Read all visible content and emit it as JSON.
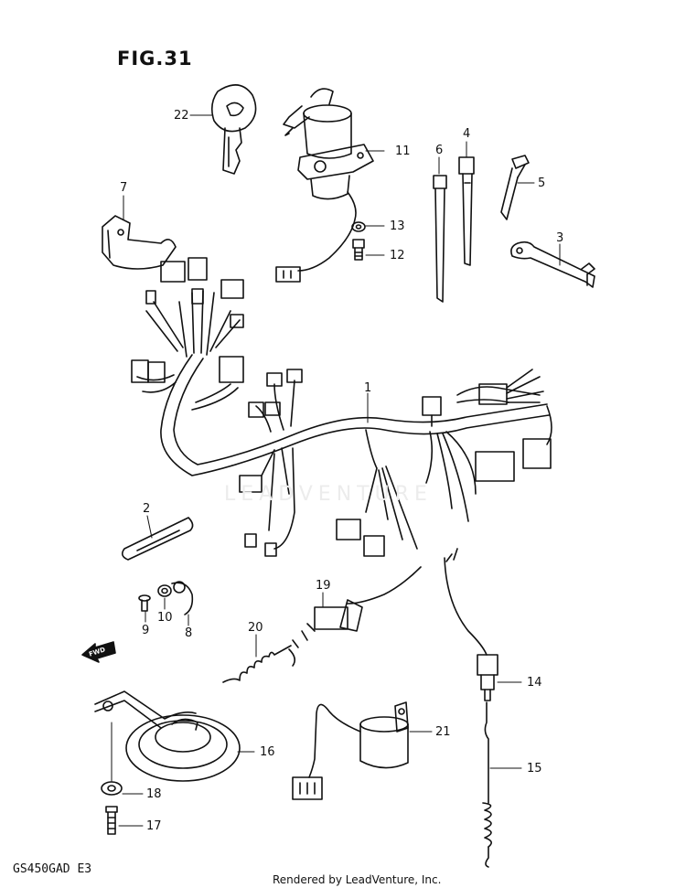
{
  "figure": {
    "title": "FIG.31",
    "model_code": "GS450GAD E3",
    "credit": "Rendered by LeadVenture, Inc.",
    "direction_arrow": "FWD",
    "watermark": "LEADVENTURE"
  },
  "callouts": [
    "1",
    "2",
    "3",
    "4",
    "5",
    "6",
    "7",
    "8",
    "9",
    "10",
    "11",
    "12",
    "13",
    "14",
    "15",
    "16",
    "17",
    "18",
    "19",
    "20",
    "21",
    "22"
  ]
}
